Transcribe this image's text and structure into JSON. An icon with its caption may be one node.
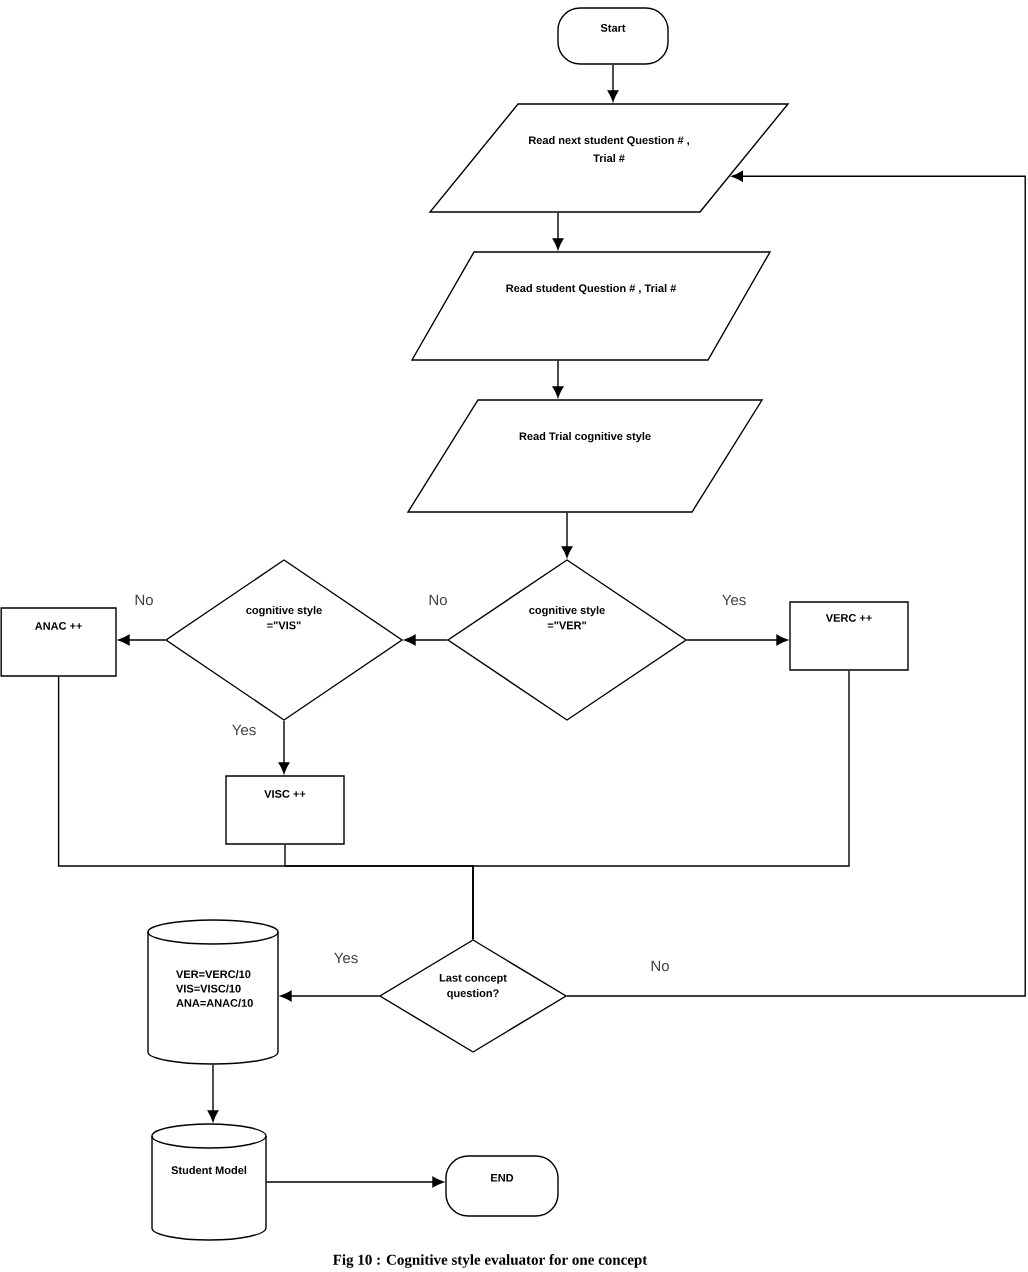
{
  "diagram": {
    "caption": "Fig 10 : Cognitive style evaluator for one concept",
    "nodes": [
      {
        "text": [
          "Start"
        ]
      },
      {
        "text": [
          "Read next student Question # , Trial #"
        ]
      },
      {
        "text": [
          "Read student Question # , Trial #"
        ]
      },
      {
        "text": [
          "Read Trial cognitive style"
        ]
      },
      {
        "text": [
          "cognitive style =\"VER\""
        ]
      },
      {
        "text": [
          "VERC ++"
        ]
      },
      {
        "text": [
          "cognitive style =\"VIS\""
        ]
      },
      {
        "text": [
          "ANAC ++"
        ]
      },
      {
        "text": [
          "VISC ++"
        ]
      },
      {
        "text": [
          "Last concept question?"
        ]
      },
      {
        "text": [
          "VER=VERC/10",
          "VIS=VISC/10",
          "ANA=ANAC/10"
        ]
      },
      {
        "text": [
          "Student Model"
        ]
      },
      {
        "text": [
          "END"
        ]
      }
    ],
    "edges": [
      {
        "from": 0,
        "to": 1,
        "arrow": "to"
      },
      {
        "from": 1,
        "to": 2,
        "arrow": "to"
      },
      {
        "from": 2,
        "to": 3,
        "arrow": "to"
      },
      {
        "from": 3,
        "to": 4,
        "arrow": "to"
      },
      {
        "from": 4,
        "to": 5,
        "arrow": "to",
        "label": "Yes"
      },
      {
        "from": 4,
        "to": 6,
        "arrow": "to",
        "label": "No"
      },
      {
        "from": 6,
        "to": 7,
        "arrow": "to",
        "label": "No"
      },
      {
        "from": 6,
        "to": 8,
        "arrow": "to",
        "label": "Yes"
      },
      {
        "from": 7,
        "to": 9,
        "arrow": "none"
      },
      {
        "from": 8,
        "to": 9,
        "arrow": "none"
      },
      {
        "from": 5,
        "to": 9,
        "arrow": "none"
      },
      {
        "from": 9,
        "to": 10,
        "arrow": "to",
        "label": "Yes"
      },
      {
        "from": 9,
        "to": 1,
        "arrow": "to",
        "label": "No"
      },
      {
        "from": 10,
        "to": 11,
        "arrow": "to"
      },
      {
        "from": 11,
        "to": 12,
        "arrow": "to"
      }
    ]
  }
}
